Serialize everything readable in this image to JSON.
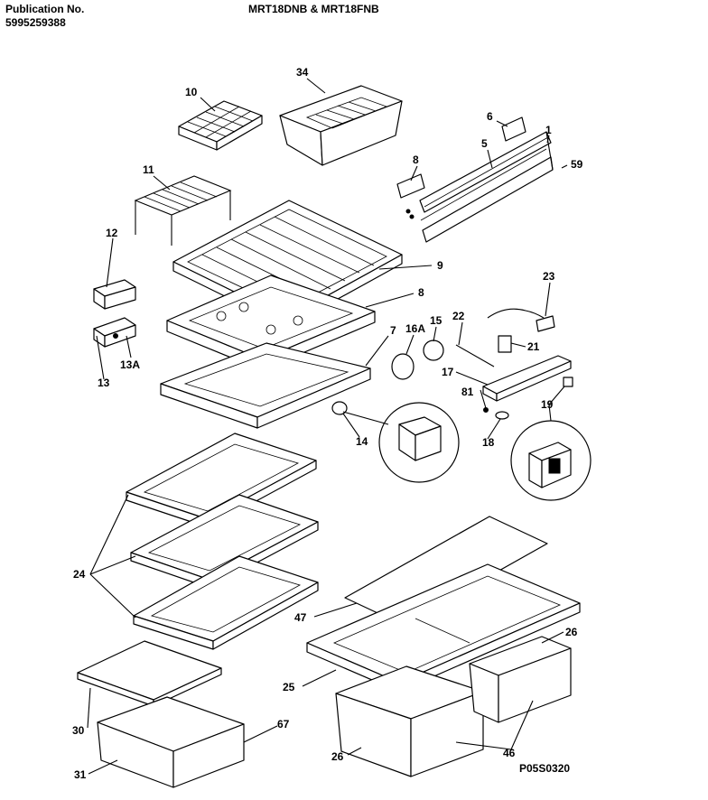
{
  "header": {
    "publication_label": "Publication No.",
    "publication_number": "5995259388",
    "models": "MRT18DNB & MRT18FNB"
  },
  "figure_id": "P05S0320",
  "callouts": [
    "34",
    "10",
    "6",
    "5",
    "1",
    "8",
    "59",
    "11",
    "9",
    "12",
    "8",
    "23",
    "22",
    "15",
    "16A",
    "21",
    "7",
    "13",
    "13A",
    "17",
    "81",
    "19",
    "14",
    "18",
    "24",
    "47",
    "26",
    "25",
    "30",
    "67",
    "31",
    "26",
    "46"
  ]
}
